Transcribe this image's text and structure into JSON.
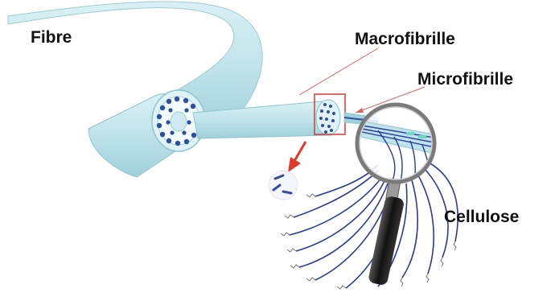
{
  "labels": {
    "fibre": "Fibre",
    "macrofibrille": "Macrofibrille",
    "microfibrille": "Microfibrille",
    "cellulose": "Cellulose"
  },
  "colors": {
    "fiber_body": "#bfe3ea",
    "fiber_edge": "#8cc4d0",
    "fiber_pores": "#2c4fa0",
    "pointer_line": "#e06060",
    "highlight_box": "#d23a3a",
    "arrow": "#e23a2a",
    "chains": "#2a3a9a",
    "magnifier_handle": "#1c1c1c",
    "magnifier_rim": "#7a7a7a"
  },
  "icons": [
    "magnifier-icon",
    "red-arrow-icon",
    "cellulose-fragment-icon"
  ]
}
